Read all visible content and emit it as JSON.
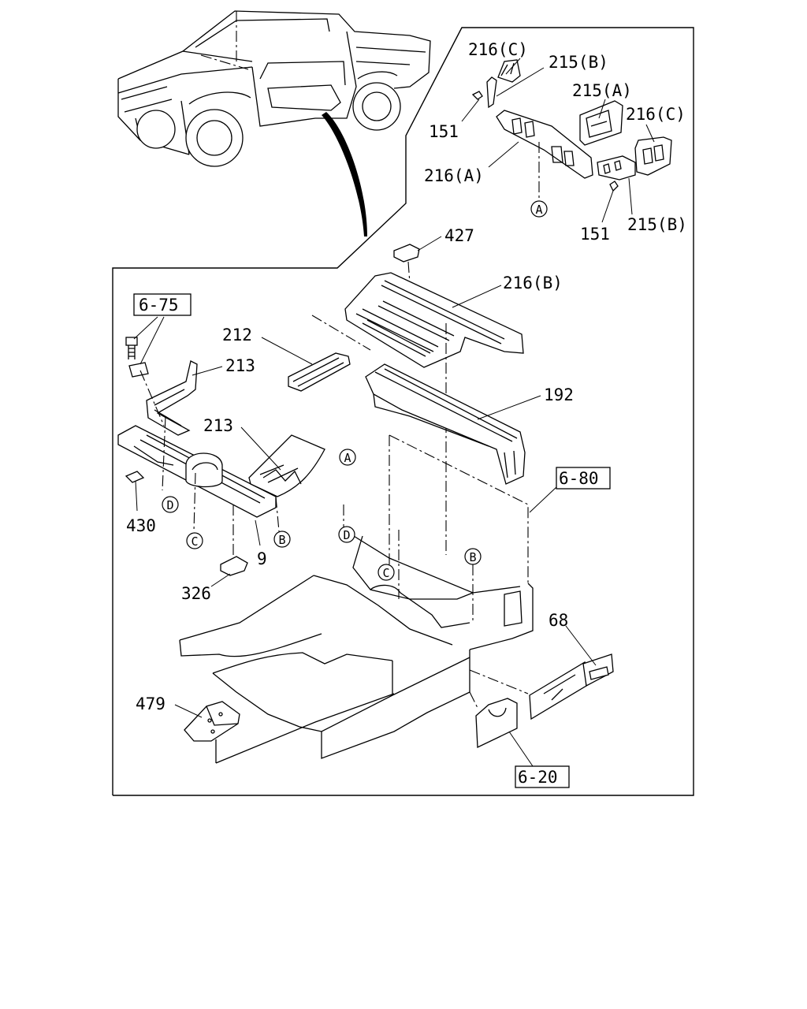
{
  "part_labels": {
    "p216c_top": "216(C)",
    "p215b_top": "215(B)",
    "p215a": "215(A)",
    "p216c_right": "216(C)",
    "p151_top": "151",
    "p216a": "216(A)",
    "p151_bottom": "151",
    "p215b_bottom": "215(B)",
    "p427": "427",
    "p216b": "216(B)",
    "p212": "212",
    "p213_upper": "213",
    "p192": "192",
    "p213_lower": "213",
    "p430": "430",
    "p9": "9",
    "p326": "326",
    "p68": "68",
    "p479": "479"
  },
  "reference_boxes": {
    "r6_75": "6-75",
    "r6_80": "6-80",
    "r6_20": "6-20"
  },
  "callout_letters": {
    "a_detail": "A",
    "a_floor": "A",
    "b_panel": "B",
    "b_floor": "B",
    "c_panel": "C",
    "c_floor": "C",
    "d_panel": "D",
    "d_floor": "D"
  }
}
